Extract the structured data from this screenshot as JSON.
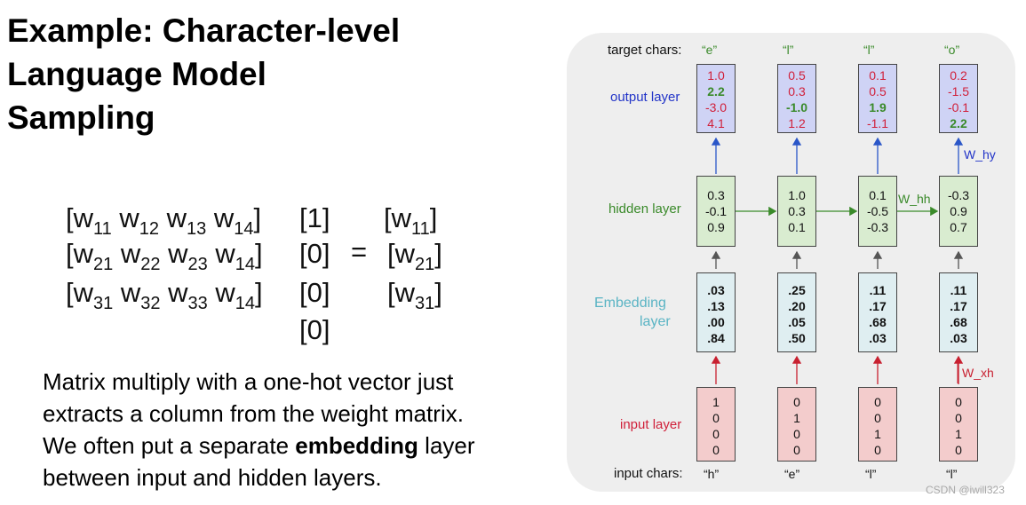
{
  "title": [
    "Example: Character-level",
    "Language Model",
    "Sampling"
  ],
  "matrix": {
    "rows": [
      [
        [
          "w",
          "11"
        ],
        [
          "w",
          "12"
        ],
        [
          "w",
          "13"
        ],
        [
          "w",
          "14"
        ]
      ],
      [
        [
          "w",
          "21"
        ],
        [
          "w",
          "22"
        ],
        [
          "w",
          "23"
        ],
        [
          "w",
          "14"
        ]
      ],
      [
        [
          "w",
          "31"
        ],
        [
          "w",
          "32"
        ],
        [
          "w",
          "33"
        ],
        [
          "w",
          "14"
        ]
      ]
    ],
    "onehot": [
      "[1]",
      "[0]",
      "[0]",
      "[0]"
    ],
    "equals": "=",
    "result": [
      [
        "w",
        "11"
      ],
      [
        "w",
        "21"
      ],
      [
        "w",
        "31"
      ]
    ]
  },
  "paragraph": {
    "line1": "Matrix multiply with a one-hot vector just",
    "line2": "extracts a column from the weight matrix.",
    "line3_pre": "We often put a separate ",
    "line3_bold": "embedding",
    "line3_post": " layer",
    "line4": "between input and hidden layers."
  },
  "diagram": {
    "labels": {
      "target_chars": "target chars:",
      "output_layer": "output layer",
      "hidden_layer": "hidden layer",
      "embedding_layer_1": "Embedding",
      "embedding_layer_2": "layer",
      "input_layer": "input layer",
      "input_chars": "input chars:"
    },
    "target_chars": [
      "“e”",
      "“l”",
      "“l”",
      "“o”"
    ],
    "input_chars": [
      "“h”",
      "“e”",
      "“l”",
      "“l”"
    ],
    "output": [
      [
        {
          "v": "1.0",
          "s": "red"
        },
        {
          "v": "2.2",
          "s": "green"
        },
        {
          "v": "-3.0",
          "s": "red"
        },
        {
          "v": "4.1",
          "s": "red"
        }
      ],
      [
        {
          "v": "0.5",
          "s": "red"
        },
        {
          "v": "0.3",
          "s": "red"
        },
        {
          "v": "-1.0",
          "s": "green"
        },
        {
          "v": "1.2",
          "s": "red"
        }
      ],
      [
        {
          "v": "0.1",
          "s": "red"
        },
        {
          "v": "0.5",
          "s": "red"
        },
        {
          "v": "1.9",
          "s": "green"
        },
        {
          "v": "-1.1",
          "s": "red"
        }
      ],
      [
        {
          "v": "0.2",
          "s": "red"
        },
        {
          "v": "-1.5",
          "s": "red"
        },
        {
          "v": "-0.1",
          "s": "red"
        },
        {
          "v": "2.2",
          "s": "green"
        }
      ]
    ],
    "hidden": [
      [
        "0.3",
        "-0.1",
        "0.9"
      ],
      [
        "1.0",
        "0.3",
        "0.1"
      ],
      [
        "0.1",
        "-0.5",
        "-0.3"
      ],
      [
        "-0.3",
        "0.9",
        "0.7"
      ]
    ],
    "embedding": [
      [
        ".03",
        ".13",
        ".00",
        ".84"
      ],
      [
        ".25",
        ".20",
        ".05",
        ".50"
      ],
      [
        ".11",
        ".17",
        ".68",
        ".03"
      ],
      [
        ".11",
        ".17",
        ".68",
        ".03"
      ]
    ],
    "input": [
      [
        "1",
        "0",
        "0",
        "0"
      ],
      [
        "0",
        "1",
        "0",
        "0"
      ],
      [
        "0",
        "0",
        "1",
        "0"
      ],
      [
        "0",
        "0",
        "1",
        "0"
      ]
    ],
    "weight_labels": {
      "w_hy": "W_hy",
      "w_hh": "W_hh",
      "w_xh": "W_xh"
    },
    "colors": {
      "output_label": "#2234c8",
      "hidden_label": "#3a8a2a",
      "embedding_label": "#5ab4c4",
      "input_label": "#d0203a",
      "w_label": "#2234c8"
    }
  },
  "watermark": "CSDN @iwill323"
}
